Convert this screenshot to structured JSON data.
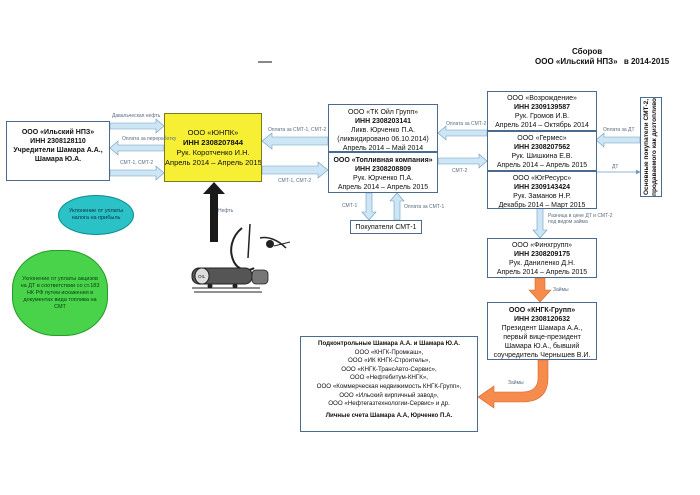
{
  "title": {
    "line1": "Сборов",
    "line2": "ООО «Ильский НПЗ»",
    "line3": "в 2014-2015"
  },
  "nodes": {
    "ilsky": [
      "ООО «Ильский НПЗ»",
      "ИНН 2308128110",
      "Учредители Шамара А.А.,",
      "Шамара Ю.А."
    ],
    "unpk": [
      "ООО «ЮНПК»",
      "ИНН 2308207844",
      "Рук. Коротченко И.Н.",
      "Апрель 2014 – Апрель 2015"
    ],
    "tk_oil": [
      "ООО «ТК Ойл Групп»",
      "ИНН 2308203141",
      "Ликв. Юрченко П.А.",
      "(ликвидировано 06.10.2014)",
      "Апрель 2014 – Май 2014"
    ],
    "toplivnaya": [
      "ООО «Топливная компания»",
      "ИНН 2308208809",
      "Рук. Юрченко П.А.",
      "Апрель 2014 – Апрель 2015"
    ],
    "buyers_smt1": "Покупатели СМТ-1",
    "vozrozhdenie": [
      "ООО «Возрождение»",
      "ИНН 2309139587",
      "Рук. Громов И.В.",
      "Апрель 2014 – Октябрь 2014"
    ],
    "germes": [
      "ООО «Гермес»",
      "ИНН 2308207562",
      "Рук. Шишкина Е.В.",
      "Апрель 2014 – Апрель 2015"
    ],
    "yugresurs": [
      "ООО «ЮгРесурс»",
      "ИНН 2309143424",
      "Рук. Заманов Н.Р.",
      "Декабрь 2014 – Март 2015"
    ],
    "buyers_main": [
      "Основные покупатели СМТ-2,",
      "продаваемого как дизтопливо"
    ],
    "fingrupp": [
      "ООО «Финхгрупп»",
      "ИНН 2308209175",
      "Рук. Даниленко Д.Н.",
      "Апрель 2014 – Апрель 2015"
    ],
    "kngk": [
      "ООО «КНГК-Групп»",
      "ИНН 2308120632",
      "Президент Шамара А.А.,",
      "первый вице-президент",
      "Шамара Ю.А., бывший",
      "соучредитель Чернышев В.И."
    ],
    "controlled": {
      "heading": "Подконтрольные Шамара А.А. и Шамара Ю.А.",
      "items": [
        "ООО «КНГК-Промкаш»,",
        "ООО «ИК КНГК-Строитель»,",
        "ООО «КНГК-ТрансАвто-Сервис»,",
        "ООО «Нефтебитум-КНГК»,",
        "ООО «Коммерческая недвижимость КНГК-Групп»,",
        "ООО «Ильский кирпичный завод»,",
        "ООО «Нефтегазтехнологии-Сервис» и др."
      ],
      "footer": "Личные счета Шамара А.А, Юрченко П.А."
    }
  },
  "clouds": {
    "blue": "Уклонение от уплаты налога на прибыль",
    "green": "Уклонение от уплаты акцизов на ДТ в соответствии со ст.183 НК РФ путем искажения в документах вида топлива на СМТ"
  },
  "labels": {
    "davalcheskaya": "Давальческая нефть",
    "oplata_pererabotku": "Оплата за переработку",
    "smt_left": "СМТ-1, СМТ-2",
    "neft": "Нефть",
    "oplata_smt12": "Оплата за СМТ-1, СМТ-2",
    "smt12_right": "СМТ-1, СМТ-2",
    "oplata_smt2": "Оплата за СМТ-2",
    "smt2": "СМТ-2",
    "oplata_dt": "Оплата за ДТ",
    "dt": "ДТ",
    "smt1": "СМТ-1",
    "oplata_smt1": "Оплата за СМТ-1",
    "raznitsa": "Разница в цене ДТ и СМТ-2 под видом займа",
    "zaimy1": "Займы",
    "zaimy2": "Займы"
  },
  "colors": {
    "flow_arrow": "#cde6f5",
    "flow_outline": "#6f9cbe",
    "orange_arrow": "#f58b4c",
    "yellow_box": "#f6ef33",
    "blue_cloud": "#2ac2c7",
    "green_cloud": "#49d34a"
  },
  "icons": [
    "oil-rig-icon",
    "oil-tanker-train-icon"
  ]
}
